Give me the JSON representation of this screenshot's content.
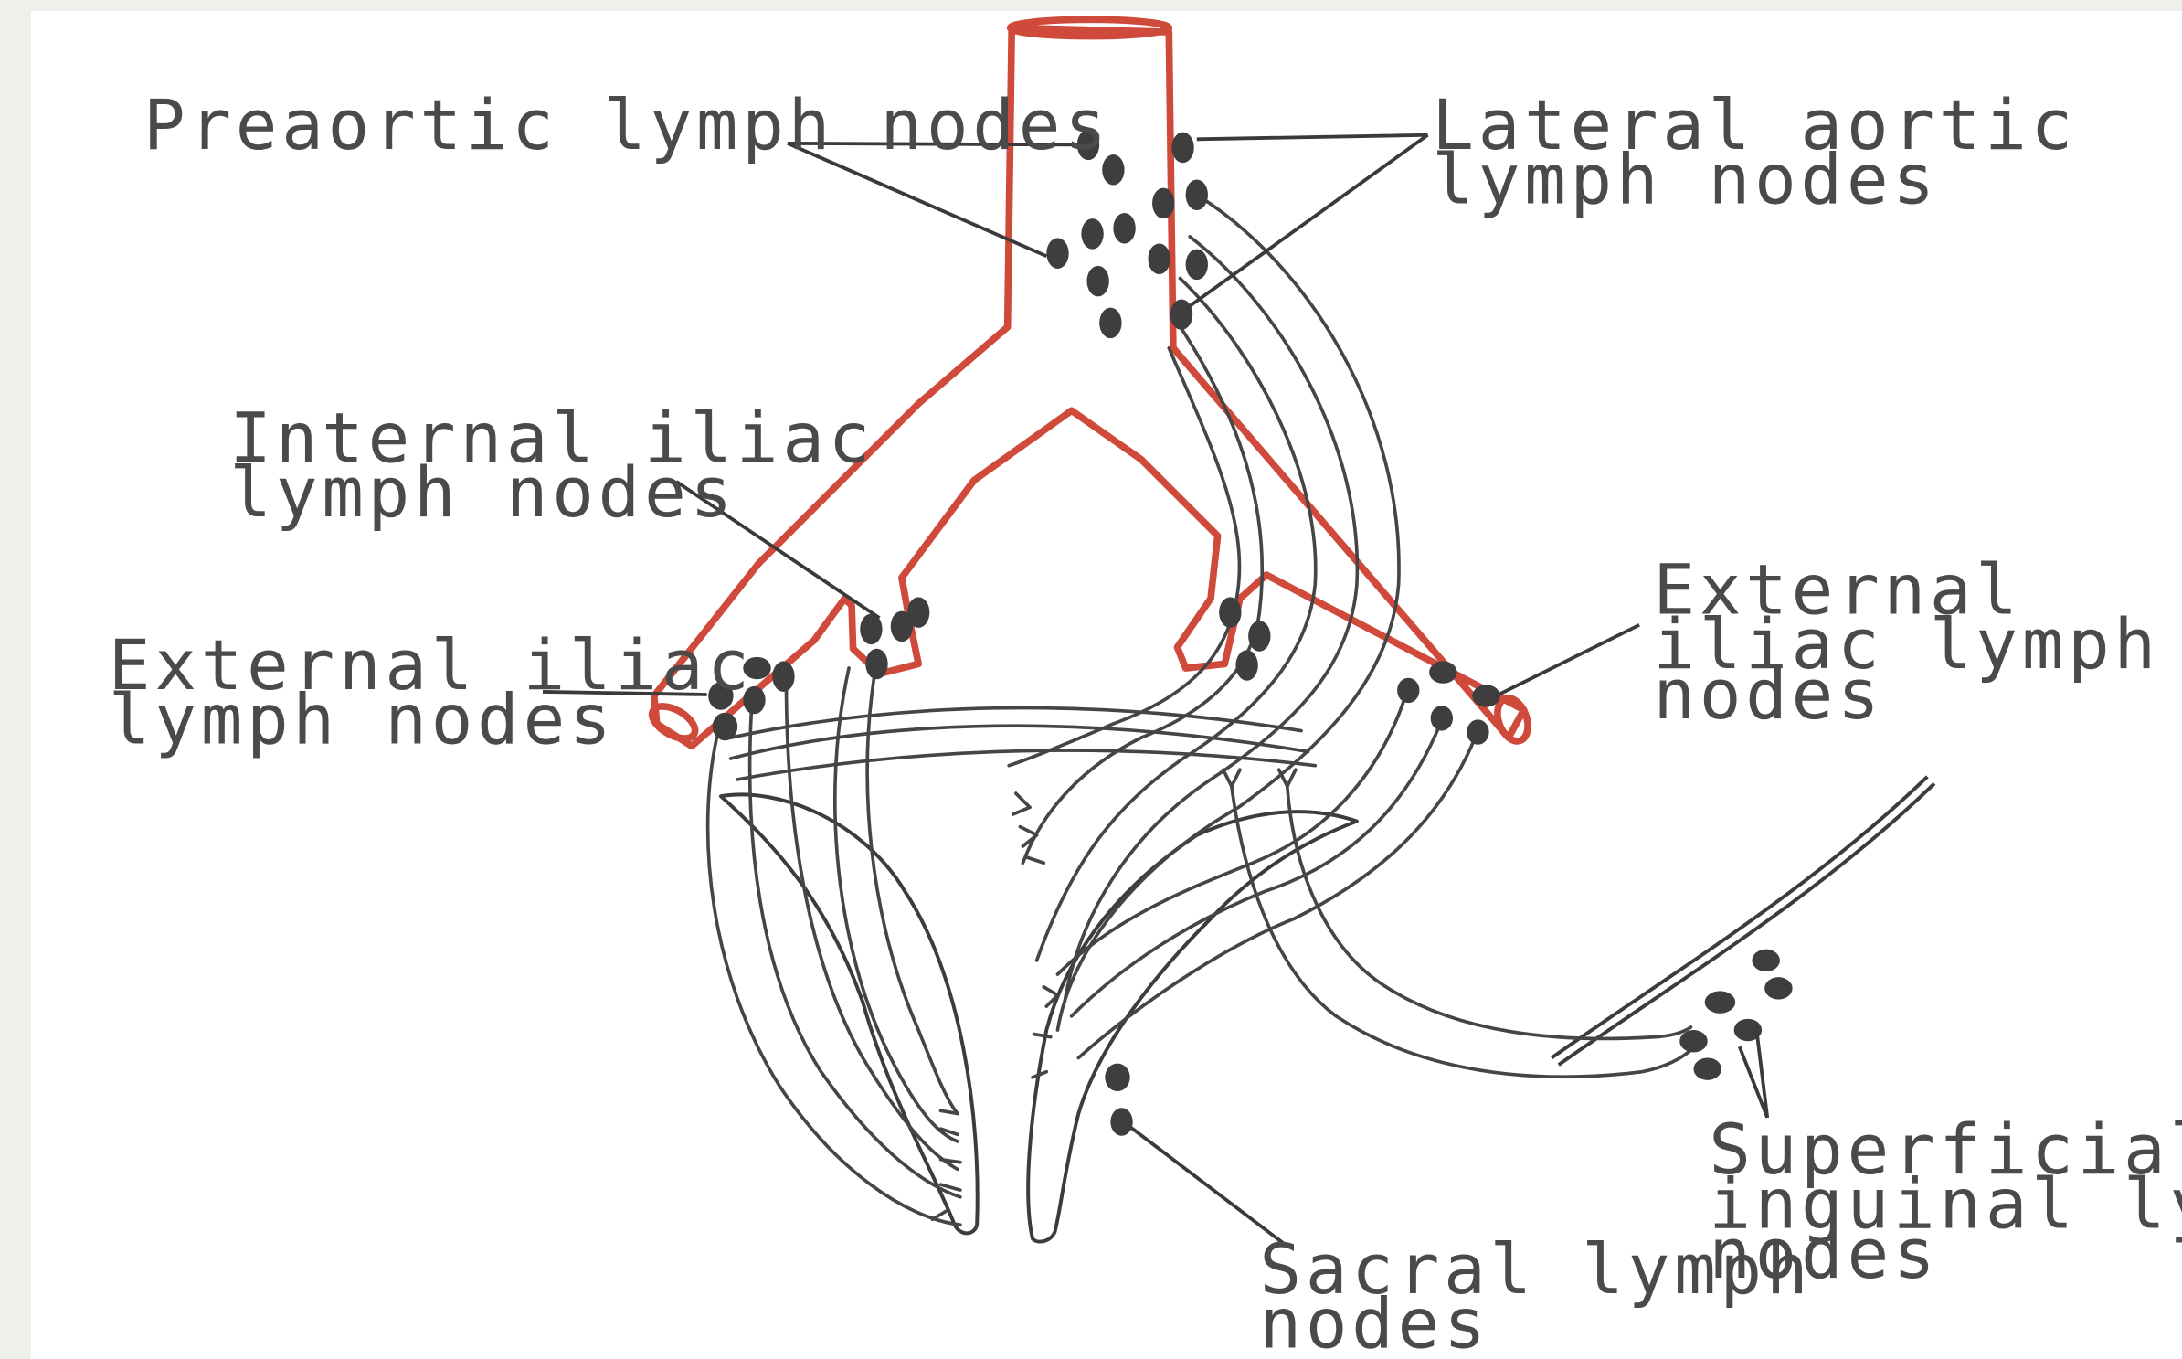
{
  "colors": {
    "vessel": "#d04a3c",
    "lymph_vessel": "#454545",
    "node": "#3e3e3e",
    "label_text": "#4a4a4a",
    "background": "#ffffff"
  },
  "labels": {
    "preaortic": [
      "Preaortic lymph nodes"
    ],
    "lateral_aortic": [
      "Lateral aortic",
      "lymph nodes"
    ],
    "internal_iliac": [
      "Internal iliac",
      "lymph nodes"
    ],
    "external_iliac_left": [
      "External iliac",
      "lymph nodes"
    ],
    "external_iliac_right": [
      "External",
      "iliac lymph",
      "nodes"
    ],
    "superficial_inguinal": [
      "Superficial",
      "inguinal lymph",
      "nodes"
    ],
    "sacral": [
      "Sacral lymph",
      "nodes"
    ]
  }
}
